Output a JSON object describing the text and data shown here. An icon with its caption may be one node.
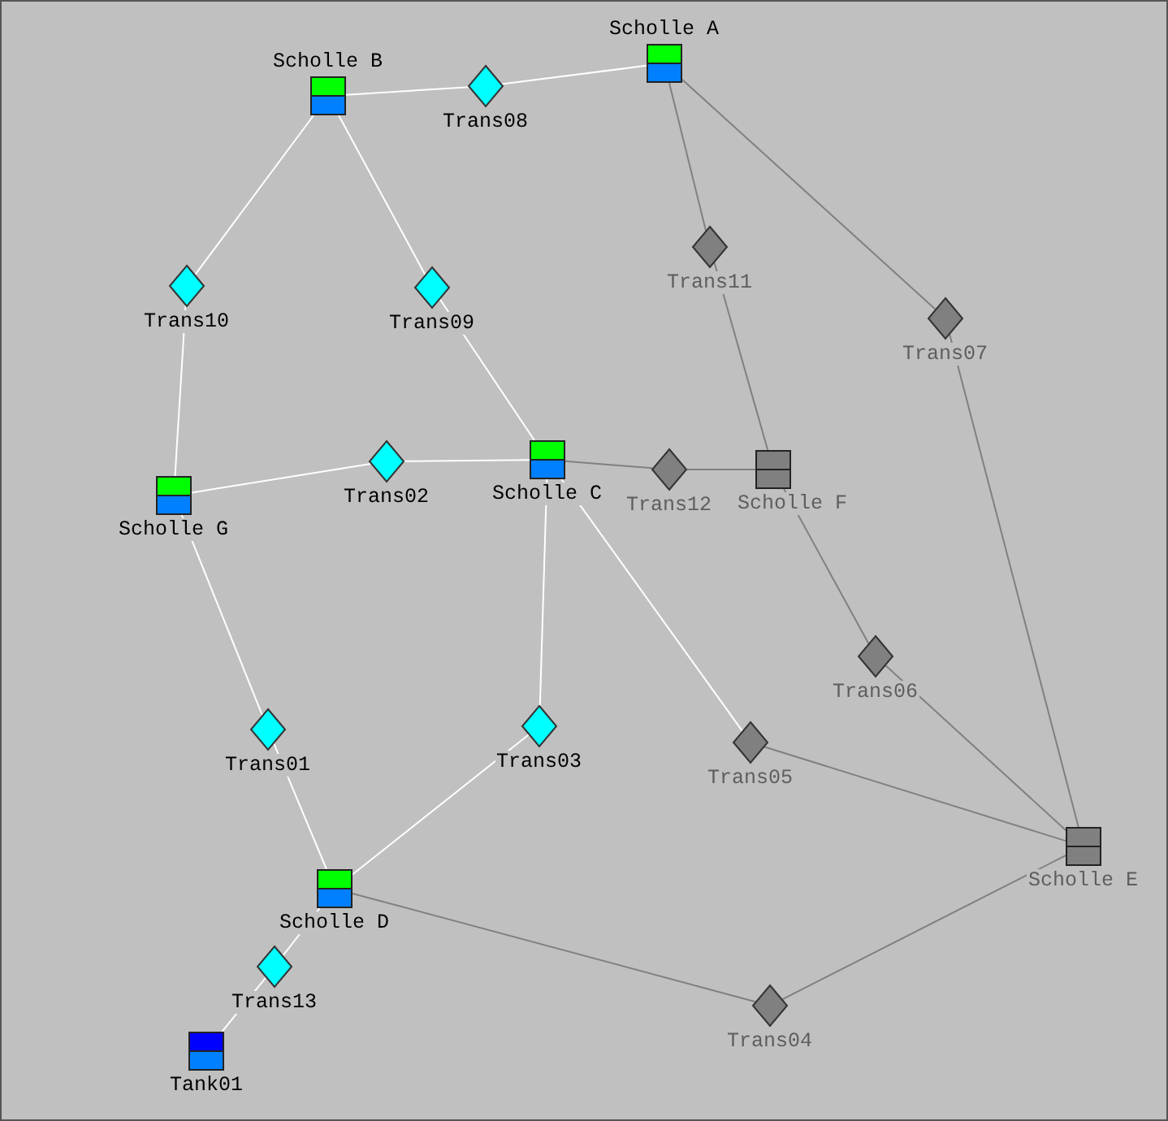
{
  "diagram": {
    "nodes": [
      {
        "text": [
          "Scholle A"
        ]
      },
      {
        "text": [
          "Scholle B"
        ]
      },
      {
        "text": [
          "Scholle C"
        ]
      },
      {
        "text": [
          "Scholle D"
        ]
      },
      {
        "text": [
          "Scholle E"
        ]
      },
      {
        "text": [
          "Scholle F"
        ]
      },
      {
        "text": [
          "Scholle G"
        ]
      },
      {
        "text": [
          "Tank01"
        ]
      },
      {
        "text": [
          "Trans01"
        ]
      },
      {
        "text": [
          "Trans02"
        ]
      },
      {
        "text": [
          "Trans03"
        ]
      },
      {
        "text": [
          "Trans04"
        ]
      },
      {
        "text": [
          "Trans05"
        ]
      },
      {
        "text": [
          "Trans06"
        ]
      },
      {
        "text": [
          "Trans07"
        ]
      },
      {
        "text": [
          "Trans08"
        ]
      },
      {
        "text": [
          "Trans09"
        ]
      },
      {
        "text": [
          "Trans10"
        ]
      },
      {
        "text": [
          "Trans11"
        ]
      },
      {
        "text": [
          "Trans12"
        ]
      },
      {
        "text": [
          "Trans13"
        ]
      }
    ],
    "edges": [
      {
        "from": 1,
        "to": 15,
        "arrow": "none"
      },
      {
        "from": 15,
        "to": 0,
        "arrow": "none"
      },
      {
        "from": 1,
        "to": 17,
        "arrow": "none"
      },
      {
        "from": 17,
        "to": 6,
        "arrow": "none"
      },
      {
        "from": 1,
        "to": 16,
        "arrow": "none"
      },
      {
        "from": 16,
        "to": 2,
        "arrow": "none"
      },
      {
        "from": 6,
        "to": 9,
        "arrow": "none"
      },
      {
        "from": 9,
        "to": 2,
        "arrow": "none"
      },
      {
        "from": 6,
        "to": 8,
        "arrow": "none"
      },
      {
        "from": 8,
        "to": 3,
        "arrow": "none"
      },
      {
        "from": 2,
        "to": 10,
        "arrow": "none"
      },
      {
        "from": 10,
        "to": 3,
        "arrow": "none"
      },
      {
        "from": 3,
        "to": 20,
        "arrow": "none"
      },
      {
        "from": 20,
        "to": 7,
        "arrow": "none"
      },
      {
        "from": 2,
        "to": 12,
        "arrow": "none"
      },
      {
        "from": 2,
        "to": 19,
        "arrow": "none",
        "color": "#808080"
      },
      {
        "from": 19,
        "to": 5,
        "arrow": "none",
        "color": "#808080"
      },
      {
        "from": 0,
        "to": 18,
        "arrow": "none",
        "color": "#808080"
      },
      {
        "from": 18,
        "to": 5,
        "arrow": "none",
        "color": "#808080"
      },
      {
        "from": 0,
        "to": 14,
        "arrow": "none",
        "color": "#808080"
      },
      {
        "from": 14,
        "to": 4,
        "arrow": "none",
        "color": "#808080"
      },
      {
        "from": 5,
        "to": 13,
        "arrow": "none",
        "color": "#808080"
      },
      {
        "from": 13,
        "to": 4,
        "arrow": "none",
        "color": "#808080"
      },
      {
        "from": 12,
        "to": 4,
        "arrow": "none",
        "color": "#808080"
      },
      {
        "from": 3,
        "to": 11,
        "arrow": "none",
        "color": "#808080"
      },
      {
        "from": 11,
        "to": 4,
        "arrow": "none",
        "color": "#808080"
      }
    ]
  }
}
